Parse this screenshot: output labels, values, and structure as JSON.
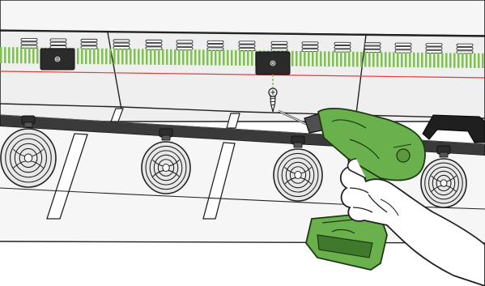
{
  "illustration": {
    "subject": "assembly-step",
    "caption": "",
    "colors": {
      "panel": "#efefef",
      "panel_light": "#f6f6f6",
      "outline": "#222222",
      "accent_green": "#7dc24b",
      "drill_green": "#6ab04c",
      "drill_dark": "#3f7a2c",
      "rail": "#3a3a3a",
      "red_line": "#e23b3b",
      "bracket": "#2b2b2b",
      "fan_face": "#e8e8e8",
      "hand": "#ffffff"
    },
    "icons": [
      "grill-panel",
      "vent-slots",
      "mounting-bracket",
      "screw",
      "cooling-fan",
      "cordless-drill",
      "hand"
    ]
  }
}
